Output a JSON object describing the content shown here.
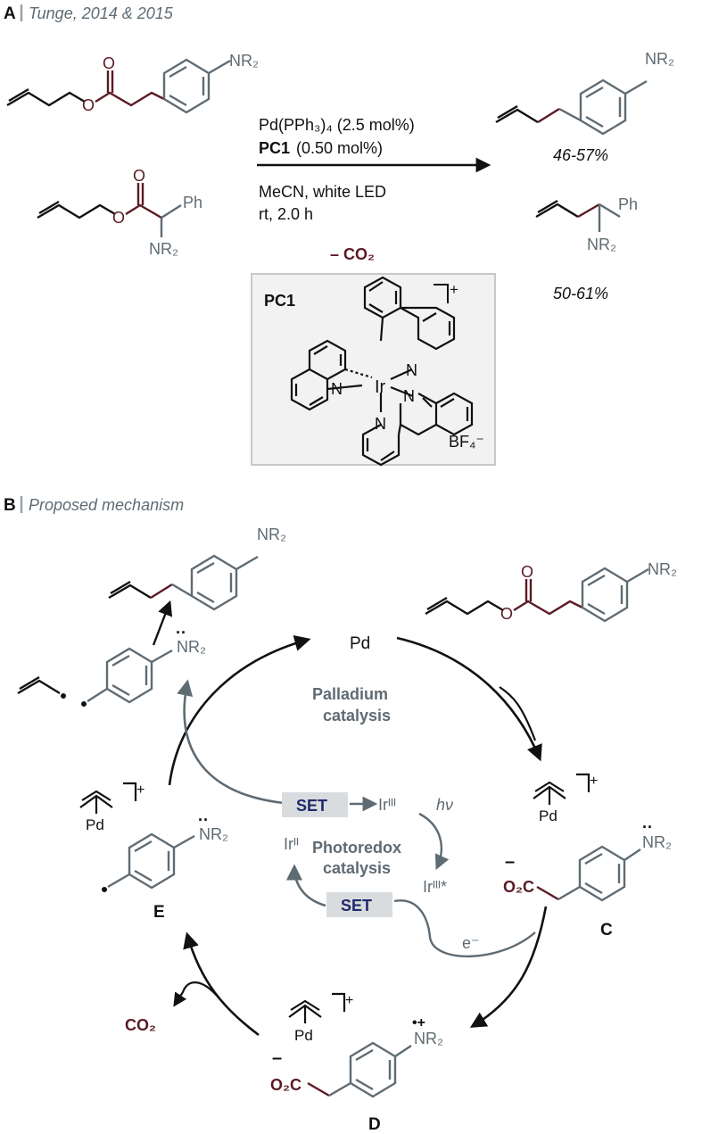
{
  "section_a": {
    "letter": "A",
    "title": "Tunge, 2014 & 2015"
  },
  "section_b": {
    "letter": "B",
    "title": "Proposed mechanism"
  },
  "reaction": {
    "reagent": "Pd(PPh₃)₄ (2.5 mol%)",
    "catalyst_bold": "PC1",
    "catalyst_loading": "(0.50 mol%)",
    "solvent": "MeCN, white LED",
    "time": "rt, 2.0 h",
    "byproduct": "– CO₂",
    "yield_1": "46-57%",
    "yield_2": "50-61%"
  },
  "pc1": {
    "label": "PC1",
    "charge": "+",
    "counterion": "BF₄⁻"
  },
  "labels": {
    "nr2": "NR₂",
    "ph": "Ph",
    "pd": "Pd",
    "n": "N",
    "ir": "Ir",
    "o2c": "O₂C",
    "co2": "CO₂",
    "plus": "+",
    "minus": "–",
    "dots": "··",
    "radical_cation": "•+"
  },
  "cycle": {
    "pd_center": "Pd",
    "pd_cycle_line1": "Palladium",
    "pd_cycle_line2": "catalysis",
    "photo_cycle_line1": "Photoredox",
    "photo_cycle_line2": "catalysis",
    "set": "SET",
    "ir_iii": "Irᴵᴵᴵ",
    "ir_iii_star": "Irᴵᴵᴵ*",
    "ir_ii": "Irᴵᴵ",
    "hv": "hν",
    "electron": "e⁻",
    "label_c": "C",
    "label_d": "D",
    "label_e": "E"
  },
  "colors": {
    "ink": "#111111",
    "grey": "#5f6b73",
    "maroon": "#5b1a24",
    "navy": "#1f2a6b",
    "box_fill": "#f2f2f2",
    "box_stroke": "#c8c8c8",
    "set_fill": "#d9dcdf"
  }
}
